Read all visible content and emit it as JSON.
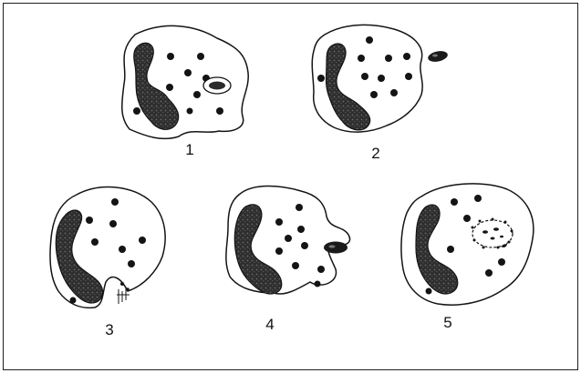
{
  "stages": [
    {
      "label": "1"
    },
    {
      "label": "2"
    },
    {
      "label": "3"
    },
    {
      "label": "4"
    },
    {
      "label": "5"
    }
  ],
  "colors": {
    "ink": "#141414",
    "nucleus": "#2e2e2e",
    "frame": "#1e1e1e",
    "background": "#ffffff"
  }
}
